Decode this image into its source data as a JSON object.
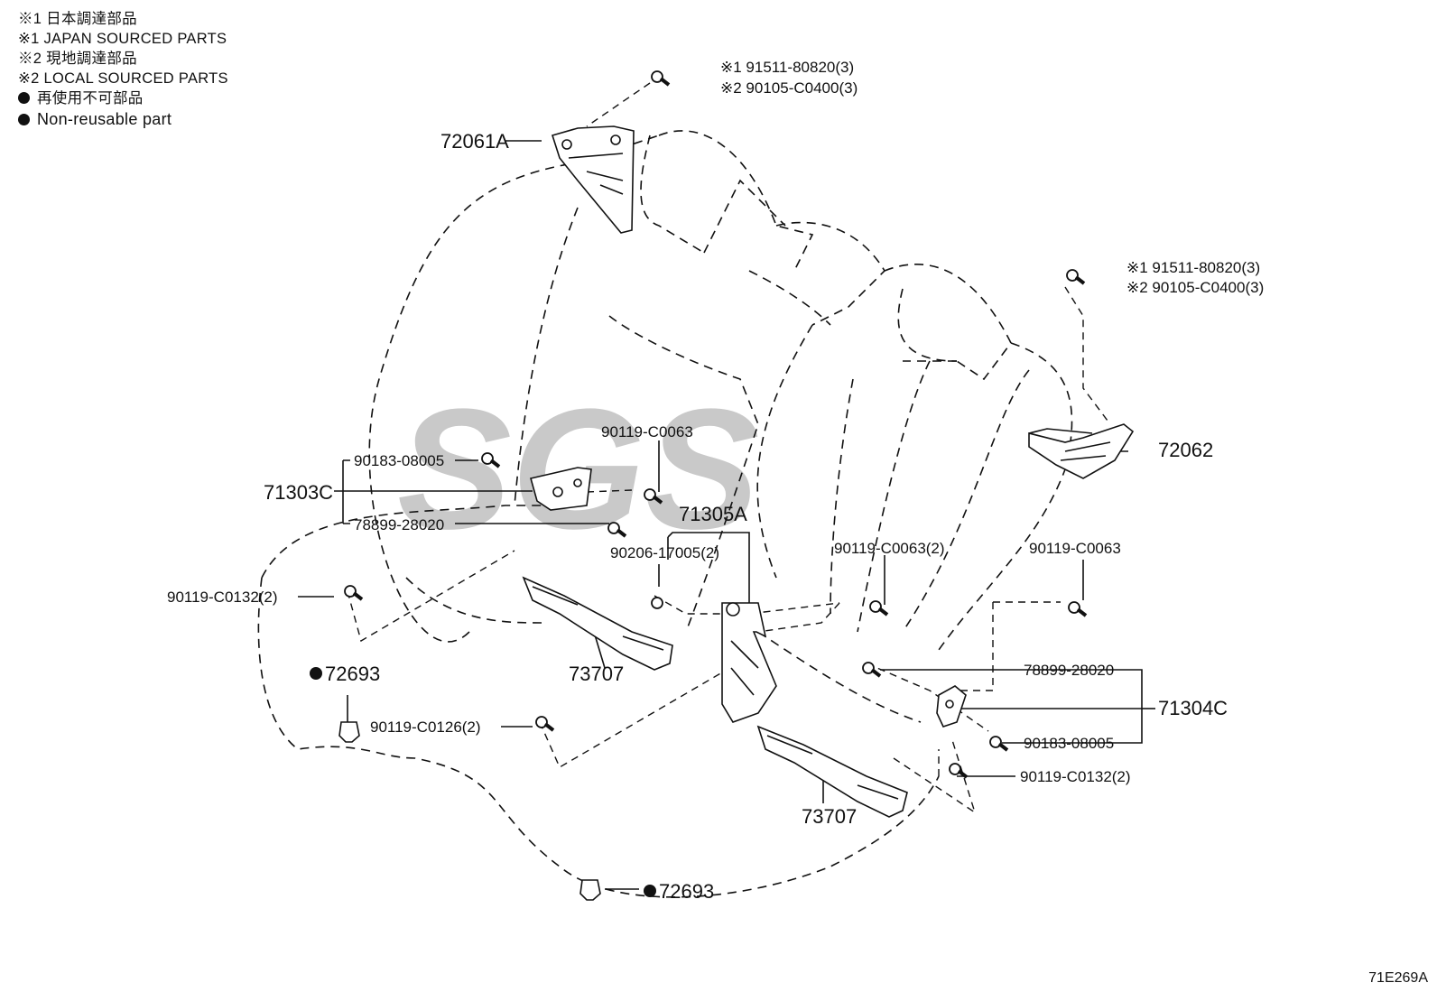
{
  "legend": {
    "line1": "※1 日本調達部品",
    "line2": "※1 JAPAN SOURCED PARTS",
    "line3": "※2 現地調達部品",
    "line4": "※2 LOCAL SOURCED PARTS",
    "line5": "再使用不可部品",
    "line6": "Non-reusable part"
  },
  "figure_id": "71E269A",
  "watermark": "SGS",
  "callouts": {
    "top_bolt_1": "※1 91511-80820(3)",
    "top_bolt_2": "※2 90105-C0400(3)",
    "r_bolt_1": "※1 91511-80820(3)",
    "r_bolt_2": "※2 90105-C0400(3)",
    "hinge_left": "72061A",
    "hinge_right": "72062",
    "bracket_left": "71303C",
    "bracket_right": "71304C",
    "bracket_center": "71305A",
    "nut_l": "90183-08005",
    "nut_r": "90183-08005",
    "bolt_l": "78899-28020",
    "bolt_r": "78899-28020",
    "c0063_a": "90119-C0063",
    "c0063_b": "90119-C0063(2)",
    "c0063_c": "90119-C0063",
    "pin": "90206-17005(2)",
    "c0132_l": "90119-C0132(2)",
    "c0132_r": "90119-C0132(2)",
    "c0126": "90119-C0126(2)",
    "clip_a": "72693",
    "clip_b": "72693",
    "trim_a": "73707",
    "trim_b": "73707"
  }
}
